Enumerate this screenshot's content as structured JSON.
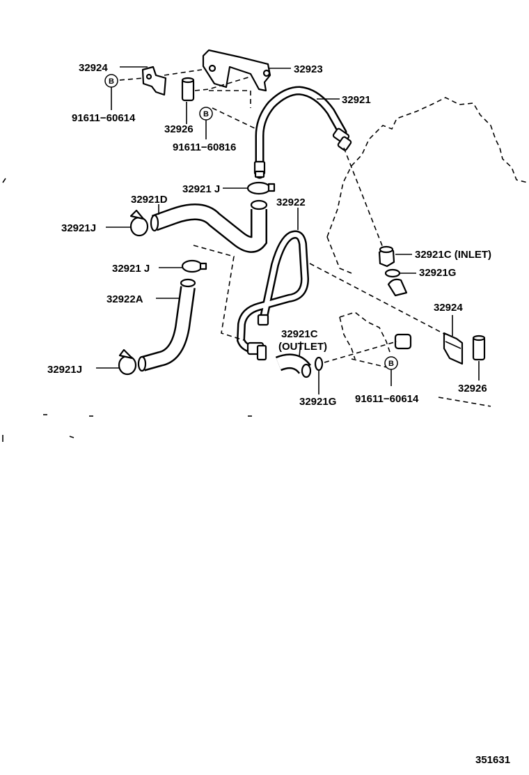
{
  "labels": {
    "p32924_top": "32924",
    "p32923": "32923",
    "p32921": "32921",
    "b_top_left": "B",
    "bolt_top_left": "91611−60614",
    "p32926_top": "32926",
    "b_top_mid": "B",
    "bolt_top_mid": "91611−60816",
    "p32921J_1": "32921 J",
    "p32921D": "32921D",
    "p32922": "32922",
    "p32921J_2": "32921J",
    "p32921C_inlet": "32921C (INLET)",
    "p32921G_1": "32921G",
    "p32921J_3": "32921 J",
    "p32922A": "32922A",
    "p32924_right": "32924",
    "p32921C_outlet": "32921C",
    "outlet_tag": "(OUTLET)",
    "p32921J_4": "32921J",
    "b_bottom": "B",
    "p32926_right": "32926",
    "p32921G_2": "32921G",
    "bolt_bottom": "91611−60614",
    "diagram_number": "351631"
  }
}
